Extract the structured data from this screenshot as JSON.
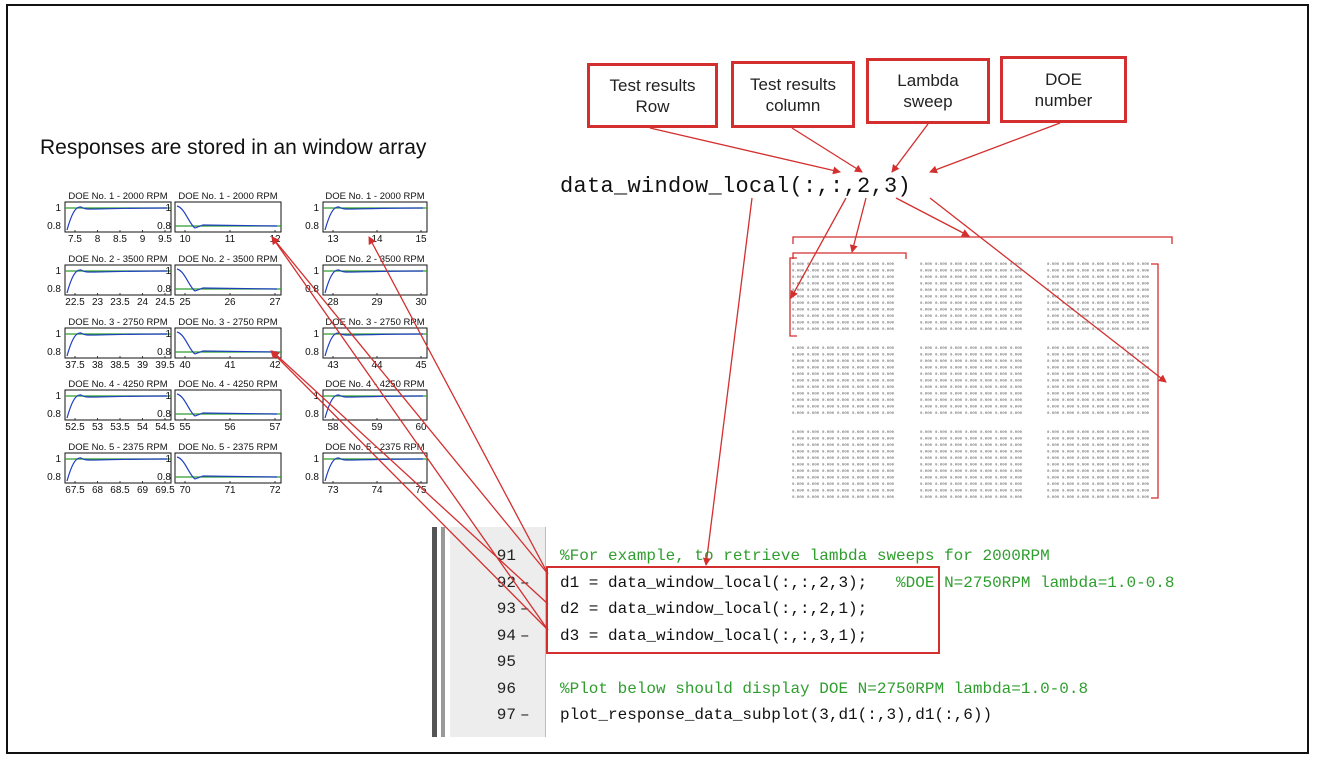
{
  "title": "Responses are stored in an window array",
  "callouts": [
    {
      "label": "Test results\nRow"
    },
    {
      "label": "Test results\ncolumn"
    },
    {
      "label": "Lambda\nsweep"
    },
    {
      "label": "DOE\nnumber"
    }
  ],
  "formula": "data_window_local(:,:,2,3)",
  "plots": {
    "rows": [
      {
        "title": "DOE No. 1 - 2000 RPM",
        "ticks": [
          [
            "7.5",
            "8",
            "8.5",
            "9",
            "9.5"
          ],
          [
            "10",
            "11",
            "12"
          ],
          [
            "13",
            "14",
            "15"
          ]
        ]
      },
      {
        "title": "DOE No. 2 - 3500 RPM",
        "ticks": [
          [
            "22.5",
            "23",
            "23.5",
            "24",
            "24.5"
          ],
          [
            "25",
            "26",
            "27"
          ],
          [
            "28",
            "29",
            "30"
          ]
        ]
      },
      {
        "title": "DOE No. 3 - 2750 RPM",
        "ticks": [
          [
            "37.5",
            "38",
            "38.5",
            "39",
            "39.5"
          ],
          [
            "40",
            "41",
            "42"
          ],
          [
            "43",
            "44",
            "45"
          ]
        ]
      },
      {
        "title": "DOE No. 4 - 4250 RPM",
        "ticks": [
          [
            "52.5",
            "53",
            "53.5",
            "54",
            "54.5"
          ],
          [
            "55",
            "56",
            "57"
          ],
          [
            "58",
            "59",
            "60"
          ]
        ]
      },
      {
        "title": "DOE No. 5 - 2375 RPM",
        "ticks": [
          [
            "67.5",
            "68",
            "68.5",
            "69",
            "69.5"
          ],
          [
            "70",
            "71",
            "72"
          ],
          [
            "73",
            "74",
            "75"
          ]
        ]
      }
    ],
    "y_labels": [
      "1",
      "0.8"
    ]
  },
  "matrix_cell_text": "0.000",
  "code": {
    "partial_line": "",
    "lines": [
      {
        "num": "91",
        "dash": "",
        "code": "",
        "comment": "%For example, to retrieve lambda sweeps for 2000RPM"
      },
      {
        "num": "92",
        "dash": "–",
        "code": "d1 = data_window_local(:,:,2,3);",
        "comment": "   %DOE N=2750RPM lambda=1.0-0.8"
      },
      {
        "num": "93",
        "dash": "–",
        "code": "d2 = data_window_local(:,:,2,1);",
        "comment": ""
      },
      {
        "num": "94",
        "dash": "–",
        "code": "d3 = data_window_local(:,:,3,1);",
        "comment": ""
      },
      {
        "num": "95",
        "dash": "",
        "code": "",
        "comment": ""
      },
      {
        "num": "96",
        "dash": "",
        "code": "",
        "comment": "%Plot below should display DOE N=2750RPM lambda=1.0-0.8"
      },
      {
        "num": "97",
        "dash": "–",
        "code": "plot_response_data_subplot(3,d1(:,3),d1(:,6))",
        "comment": ""
      }
    ]
  },
  "colors": {
    "accent_red": "#d32f2f",
    "comment_green": "#2f9e2f",
    "plot_blue": "#1f3fbf",
    "plot_green": "#2e9e2e"
  }
}
